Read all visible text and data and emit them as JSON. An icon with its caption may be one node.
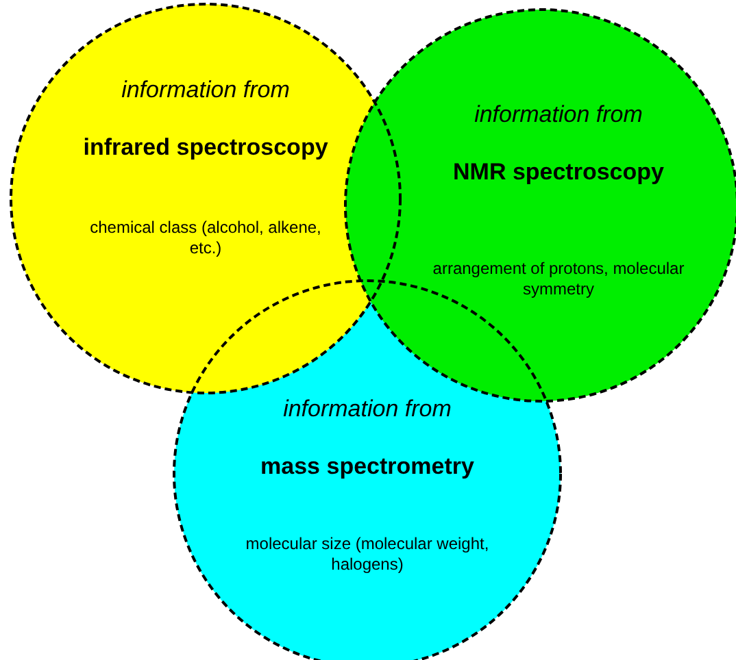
{
  "diagram": {
    "nodes": [
      {
        "text": [
          "information from",
          "infrared spectroscopy",
          "chemical class (alcohol, alkene, etc.)"
        ]
      },
      {
        "text": [
          "information from",
          "NMR spectroscopy",
          "arrangement of protons, molecular symmetry"
        ]
      },
      {
        "text": [
          "information from",
          "mass spectrometry",
          "molecular size (molecular weight, halogens)"
        ]
      }
    ]
  }
}
